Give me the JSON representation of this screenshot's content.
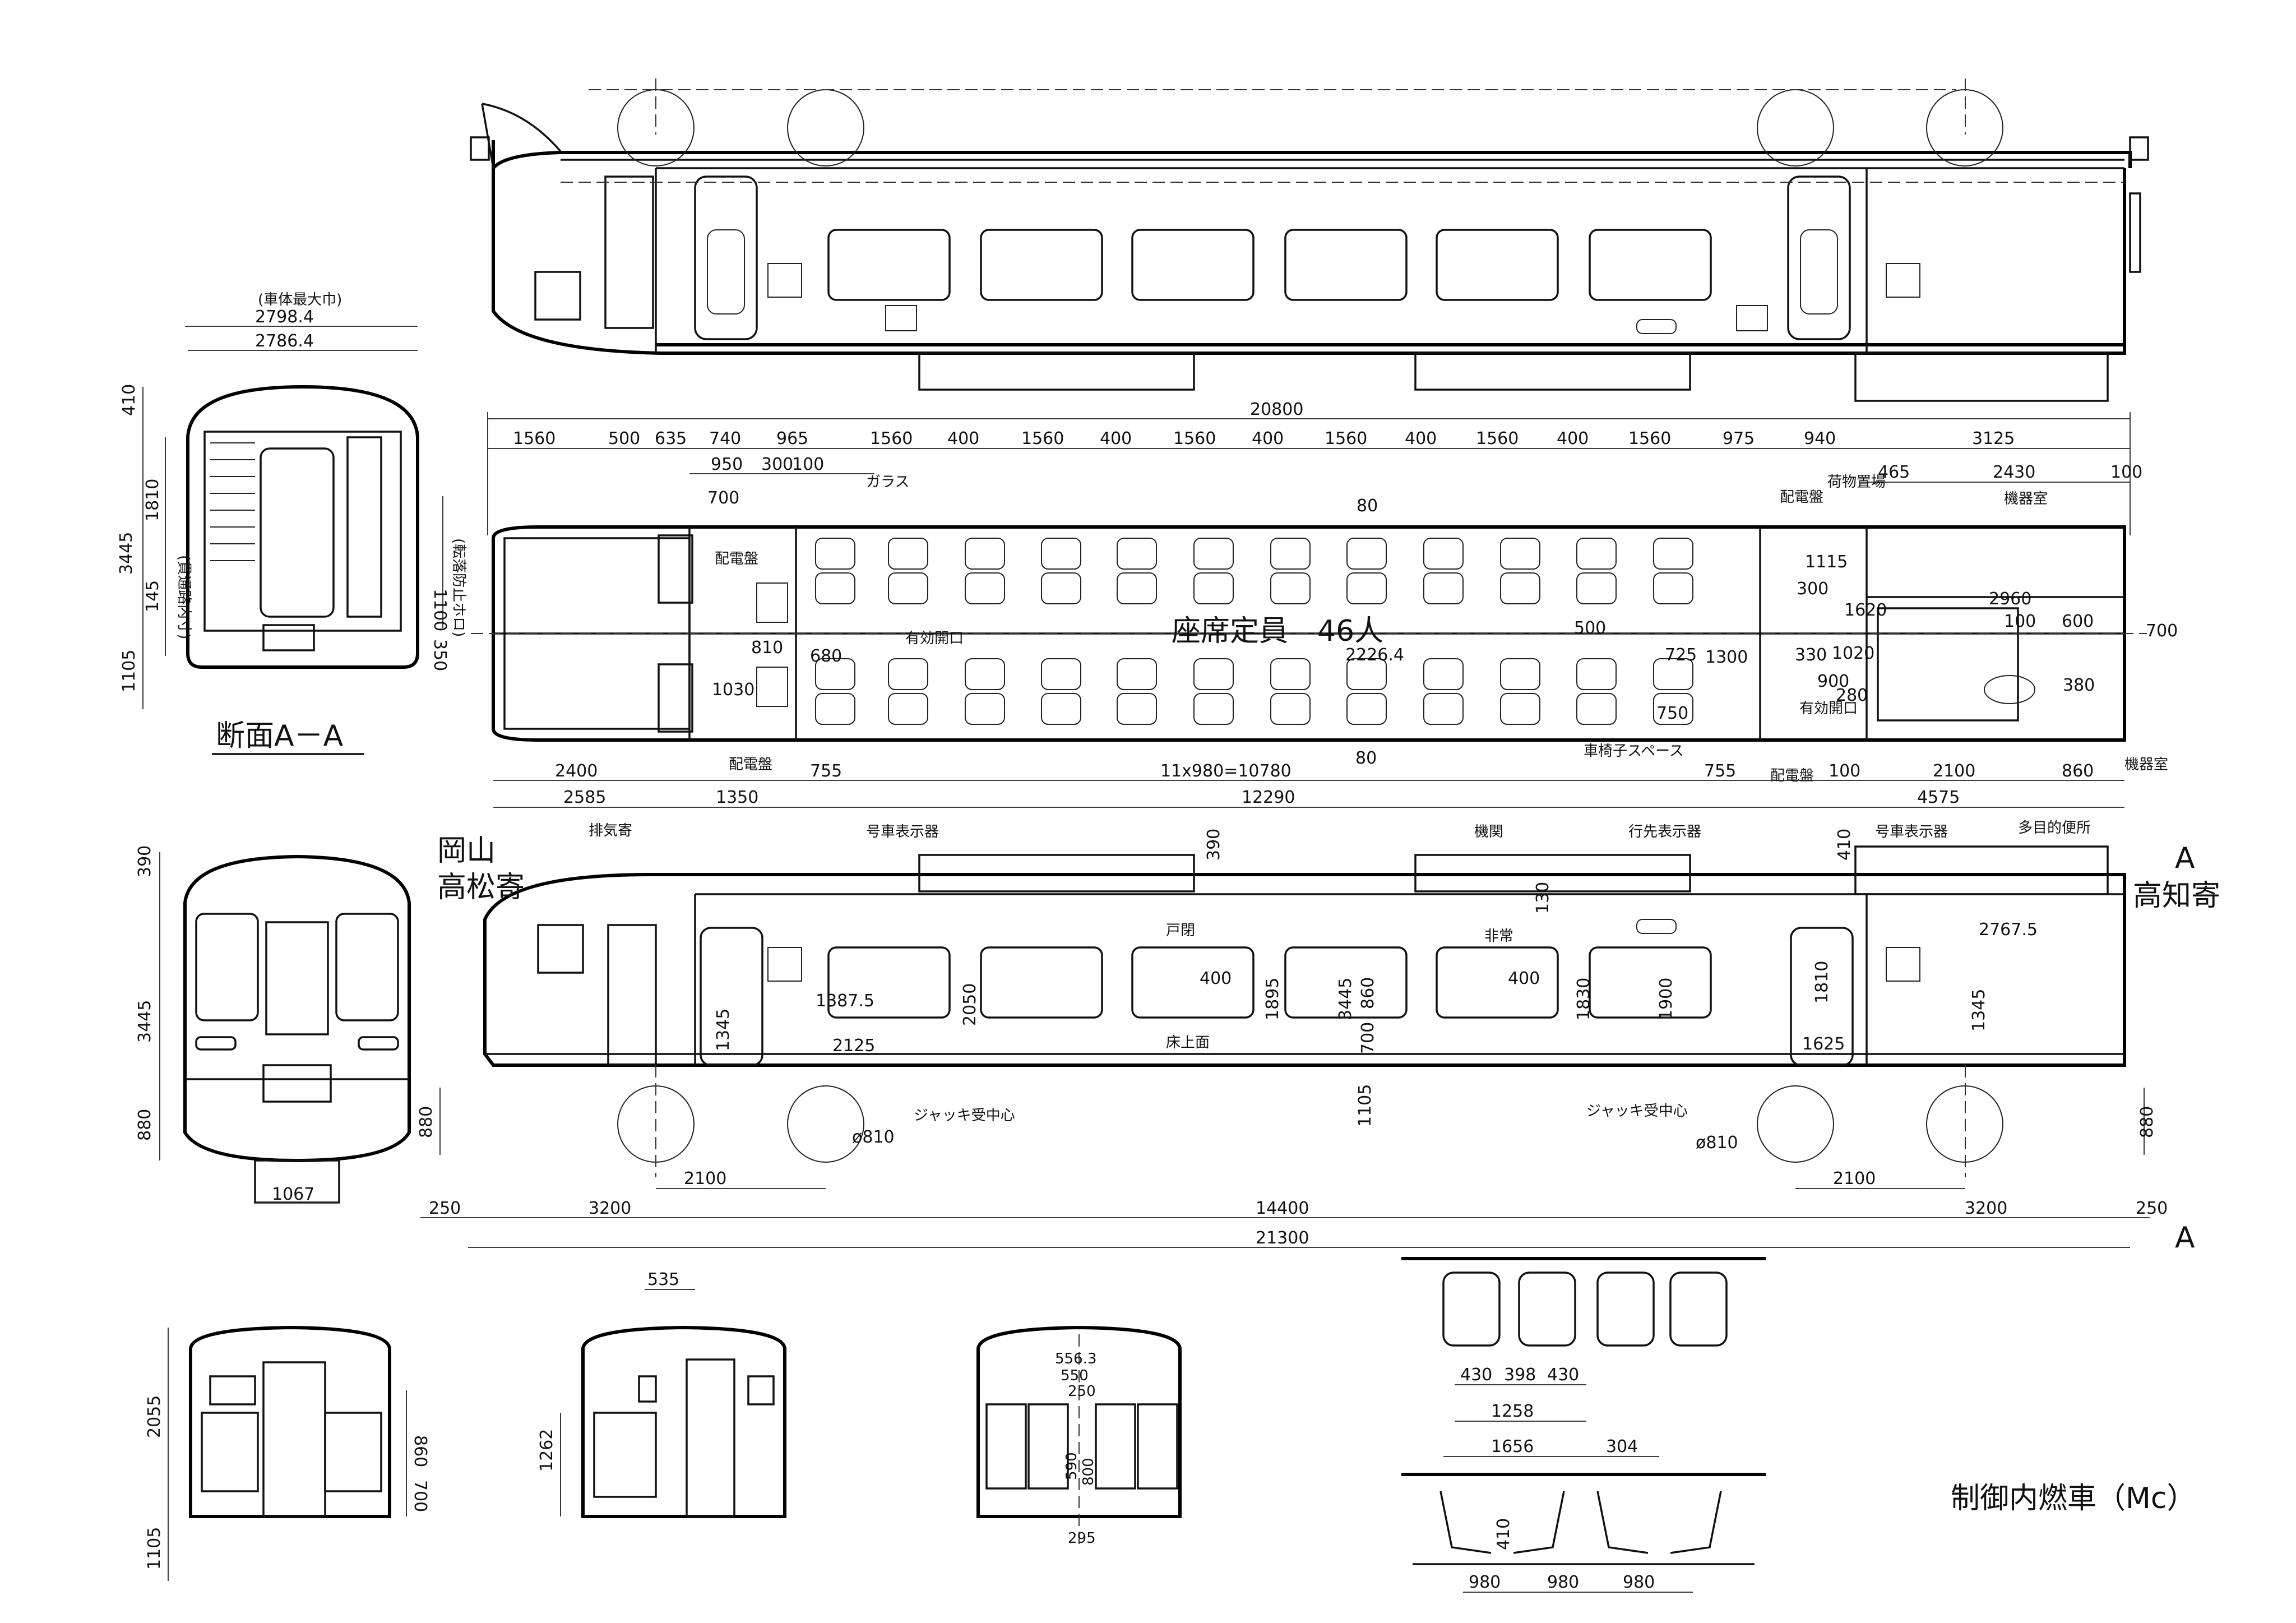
{
  "sheet": {
    "title": "制御内燃車（Mc）",
    "section_label": "断面A－A",
    "seat_capacity": "座席定員　46人",
    "direction_left": "岡山\n高松寄",
    "direction_left_line1": "岡山",
    "direction_left_line2": "高松寄",
    "direction_right": "高知寄",
    "section_marker": "A"
  },
  "labels": {
    "glass": "ガラス",
    "distribution_panel": "配電盤",
    "effective_opening": "有効開口",
    "exhaust": "排気寄",
    "luggage": "荷物置場",
    "equipment_room": "機器室",
    "multipurpose_toilet": "多目的便所",
    "wheelchair_space": "車椅子スペース",
    "car_number_display": "号車表示器",
    "machine": "機関",
    "destination_display": "行先表示器",
    "door_closed": "戸閉",
    "emergency": "非常",
    "floor_level": "床上面",
    "jack_center": "ジャッキ受中心",
    "body_max_width": "(車体最大巾)",
    "through_passage": "(貫通路内寸)",
    "fall_prevention": "(転落防止ホロ)"
  },
  "plan_dims": {
    "overall": "20800",
    "top_row": [
      "1560",
      "500",
      "635",
      "740",
      "965",
      "1560",
      "400",
      "1560",
      "400",
      "1560",
      "400",
      "1560",
      "400",
      "1560",
      "400",
      "1560",
      "975",
      "940",
      "3125"
    ],
    "cab_sub": [
      "950",
      "300",
      "100"
    ],
    "d700": "700",
    "d465": "465",
    "d2430": "2430",
    "d100": "100",
    "d80": "80",
    "d1115": "1115",
    "d300": "300",
    "d2960": "2960",
    "d1620": "1620",
    "d100b": "100",
    "d600": "600",
    "d700r": "700",
    "d380": "380",
    "d1300": "1300",
    "d330": "330",
    "d900": "900",
    "d1020": "1020",
    "d280": "280",
    "d1030": "1030",
    "d810": "810",
    "d680": "680",
    "d2226": "2226.4",
    "d500": "500",
    "d725": "725",
    "d750": "750",
    "d80b": "80",
    "bottom_row1": [
      "2400",
      "755",
      "11x980=10780",
      "755",
      "100",
      "2100",
      "860"
    ],
    "bottom_row2": [
      "2585",
      "1350",
      "12290",
      "4575"
    ]
  },
  "side_dims": {
    "d390": "390",
    "d130": "130",
    "d410": "410",
    "d2767": "2767.5",
    "d1345a": "1345",
    "d1387": "1387.5",
    "d2050": "2050",
    "d2125": "2125",
    "d400a": "400",
    "d1895": "1895",
    "d3445": "3445",
    "d860": "860",
    "d400b": "400",
    "d1830": "1830",
    "d1900": "1900",
    "d1810": "1810",
    "d1625": "1625",
    "d1345b": "1345",
    "d700": "700",
    "d1105": "1105",
    "wheel_a": "ø810",
    "wheel_b": "ø810",
    "d880a": "880",
    "d880b": "880",
    "d2100a": "2100",
    "d2100b": "2100",
    "d250a": "250",
    "d3200a": "3200",
    "d14400": "14400",
    "d3200b": "3200",
    "d250b": "250",
    "d21300": "21300"
  },
  "section_dims": {
    "w2798": "2798.4",
    "w2786": "2786.4",
    "h410": "410",
    "h3445": "3445",
    "h1810": "1810",
    "h145": "145",
    "h1105": "1105",
    "h1100": "1100",
    "h350": "350"
  },
  "front_dims": {
    "h390": "390",
    "h3445": "3445",
    "h880": "880",
    "w1067": "1067"
  },
  "interior_dims": {
    "h2055": "2055",
    "h1105": "1105",
    "h860": "860",
    "h700": "700",
    "w535": "535",
    "h1262": "1262",
    "w556": "556.3",
    "w550": "550",
    "w250": "250",
    "h590": "590",
    "h800": "800",
    "w295": "295"
  },
  "seat_dims": {
    "s430a": "430",
    "s398": "398",
    "s430b": "430",
    "s1258": "1258",
    "s1656": "1656",
    "s304": "304",
    "h410": "410",
    "p980a": "980",
    "p980b": "980",
    "p980c": "980"
  }
}
